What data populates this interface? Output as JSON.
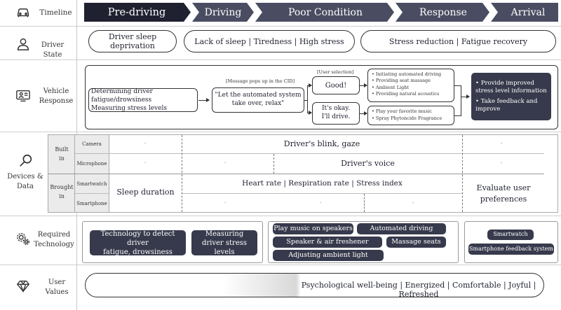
{
  "rows": {
    "timeline": "Timeline",
    "driver_state": "Driver State",
    "vehicle_response": "Vehicle\nResponse",
    "devices_data": "Devices &\nData",
    "required_technology": "Required\nTechnology",
    "user_values": "User\nValues"
  },
  "timeline": {
    "phases": [
      "Pre-driving",
      "Driving",
      "Poor Condition",
      "Response",
      "Arrival"
    ]
  },
  "driver_state": {
    "pre": "Driver sleep deprivation",
    "driving": "Lack of sleep | Tiredness | High stress",
    "response": "Stress reduction | Fatigue recovery"
  },
  "vehicle_response": {
    "determine": "Determining driver fatigue/drowsiness\nMeasuring stress levels",
    "cid_label": "[Message pops up in the CID]",
    "cid_message": "\"Let the automated system  take over, relax\"",
    "user_selection": "[User selection]",
    "good": "Good!",
    "okay": "It's okay.\nI'll drive.",
    "good_actions": [
      "Initiating automated driving",
      "Providing seat massage",
      "Ambient Light",
      "Providing natural acoustics"
    ],
    "okay_actions": [
      "Play your favorite music",
      "Spray Phytoncide Fragrance"
    ],
    "final": [
      "Provide improved stress level information",
      "Take feedback and improve"
    ]
  },
  "devices": {
    "built_in": "Built\nin",
    "brought_in": "Brought\nin",
    "camera": "Camera",
    "microphone": "Microphone",
    "smartwatch": "Smartwatch",
    "smartphone": "Smartphone",
    "dash": "-",
    "blink_gaze": "Driver's blink, gaze",
    "voice": "Driver's voice",
    "sleep_duration": "Sleep duration",
    "vitals": "Heart rate | Respiration rate | Stress index",
    "evaluate": "Evaluate user\npreferences"
  },
  "technology": {
    "detect": "Technology to detect driver\nfatigue, drowsiness",
    "measure": "Measuring\ndriver stress levels",
    "music": "Play music on speakers",
    "automated": "Automated driving",
    "speaker_air": "Speaker & air freshener",
    "massage": "Massage seats",
    "ambient": "Adjusting ambient light",
    "smartwatch": "Smartwatch",
    "feedback": "Smartphone feedback system"
  },
  "user_values": {
    "values": "Psychological well-being | Energized | Comfortable | Joyful | Refreshed"
  },
  "icons": [
    "car-icon",
    "person-icon",
    "monitor-person-icon",
    "magnifier-icon",
    "gears-icon",
    "diamond-icon"
  ],
  "colors": {
    "dark": "#1f2130",
    "slate": "#4a4d62",
    "box": "#373a4c"
  }
}
